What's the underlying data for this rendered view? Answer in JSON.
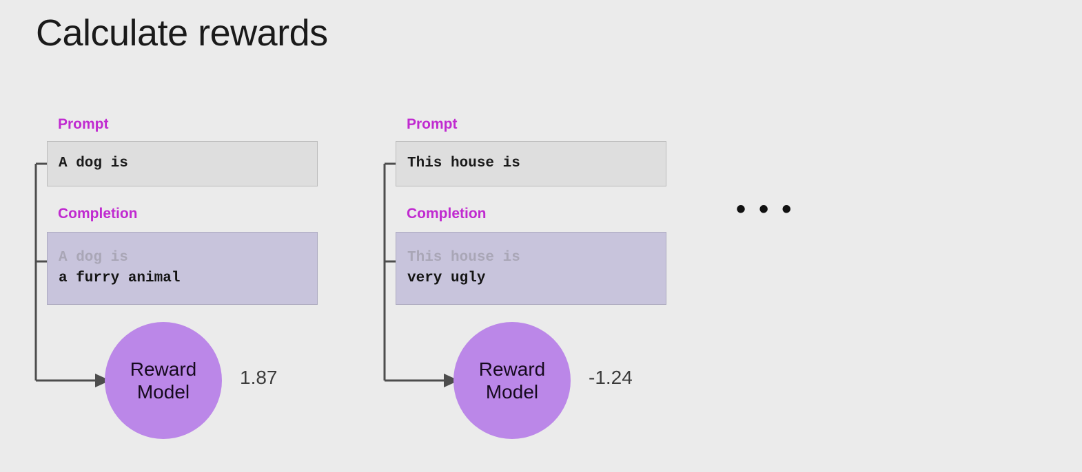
{
  "slide": {
    "title": "Calculate rewards",
    "background_color": "#ebebeb",
    "accent_color": "#c02ad0",
    "node_color": "#bb87e8",
    "completion_box_color": "#c8c4dc",
    "prompt_box_color": "#dedede",
    "ellipsis": "• • •"
  },
  "labels": {
    "prompt": "Prompt",
    "completion": "Completion",
    "reward_model_line1": "Reward",
    "reward_model_line2": "Model"
  },
  "examples": [
    {
      "prompt_label": "Prompt",
      "prompt_text": "A dog is",
      "completion_label": "Completion",
      "completion_echo": "A dog is",
      "completion_text": "a furry animal",
      "model_line1": "Reward",
      "model_line2": "Model",
      "reward_value": "1.87"
    },
    {
      "prompt_label": "Prompt",
      "prompt_text": "This house is",
      "completion_label": "Completion",
      "completion_echo": "This house is",
      "completion_text": "very ugly",
      "model_line1": "Reward",
      "model_line2": "Model",
      "reward_value": "-1.24"
    }
  ]
}
